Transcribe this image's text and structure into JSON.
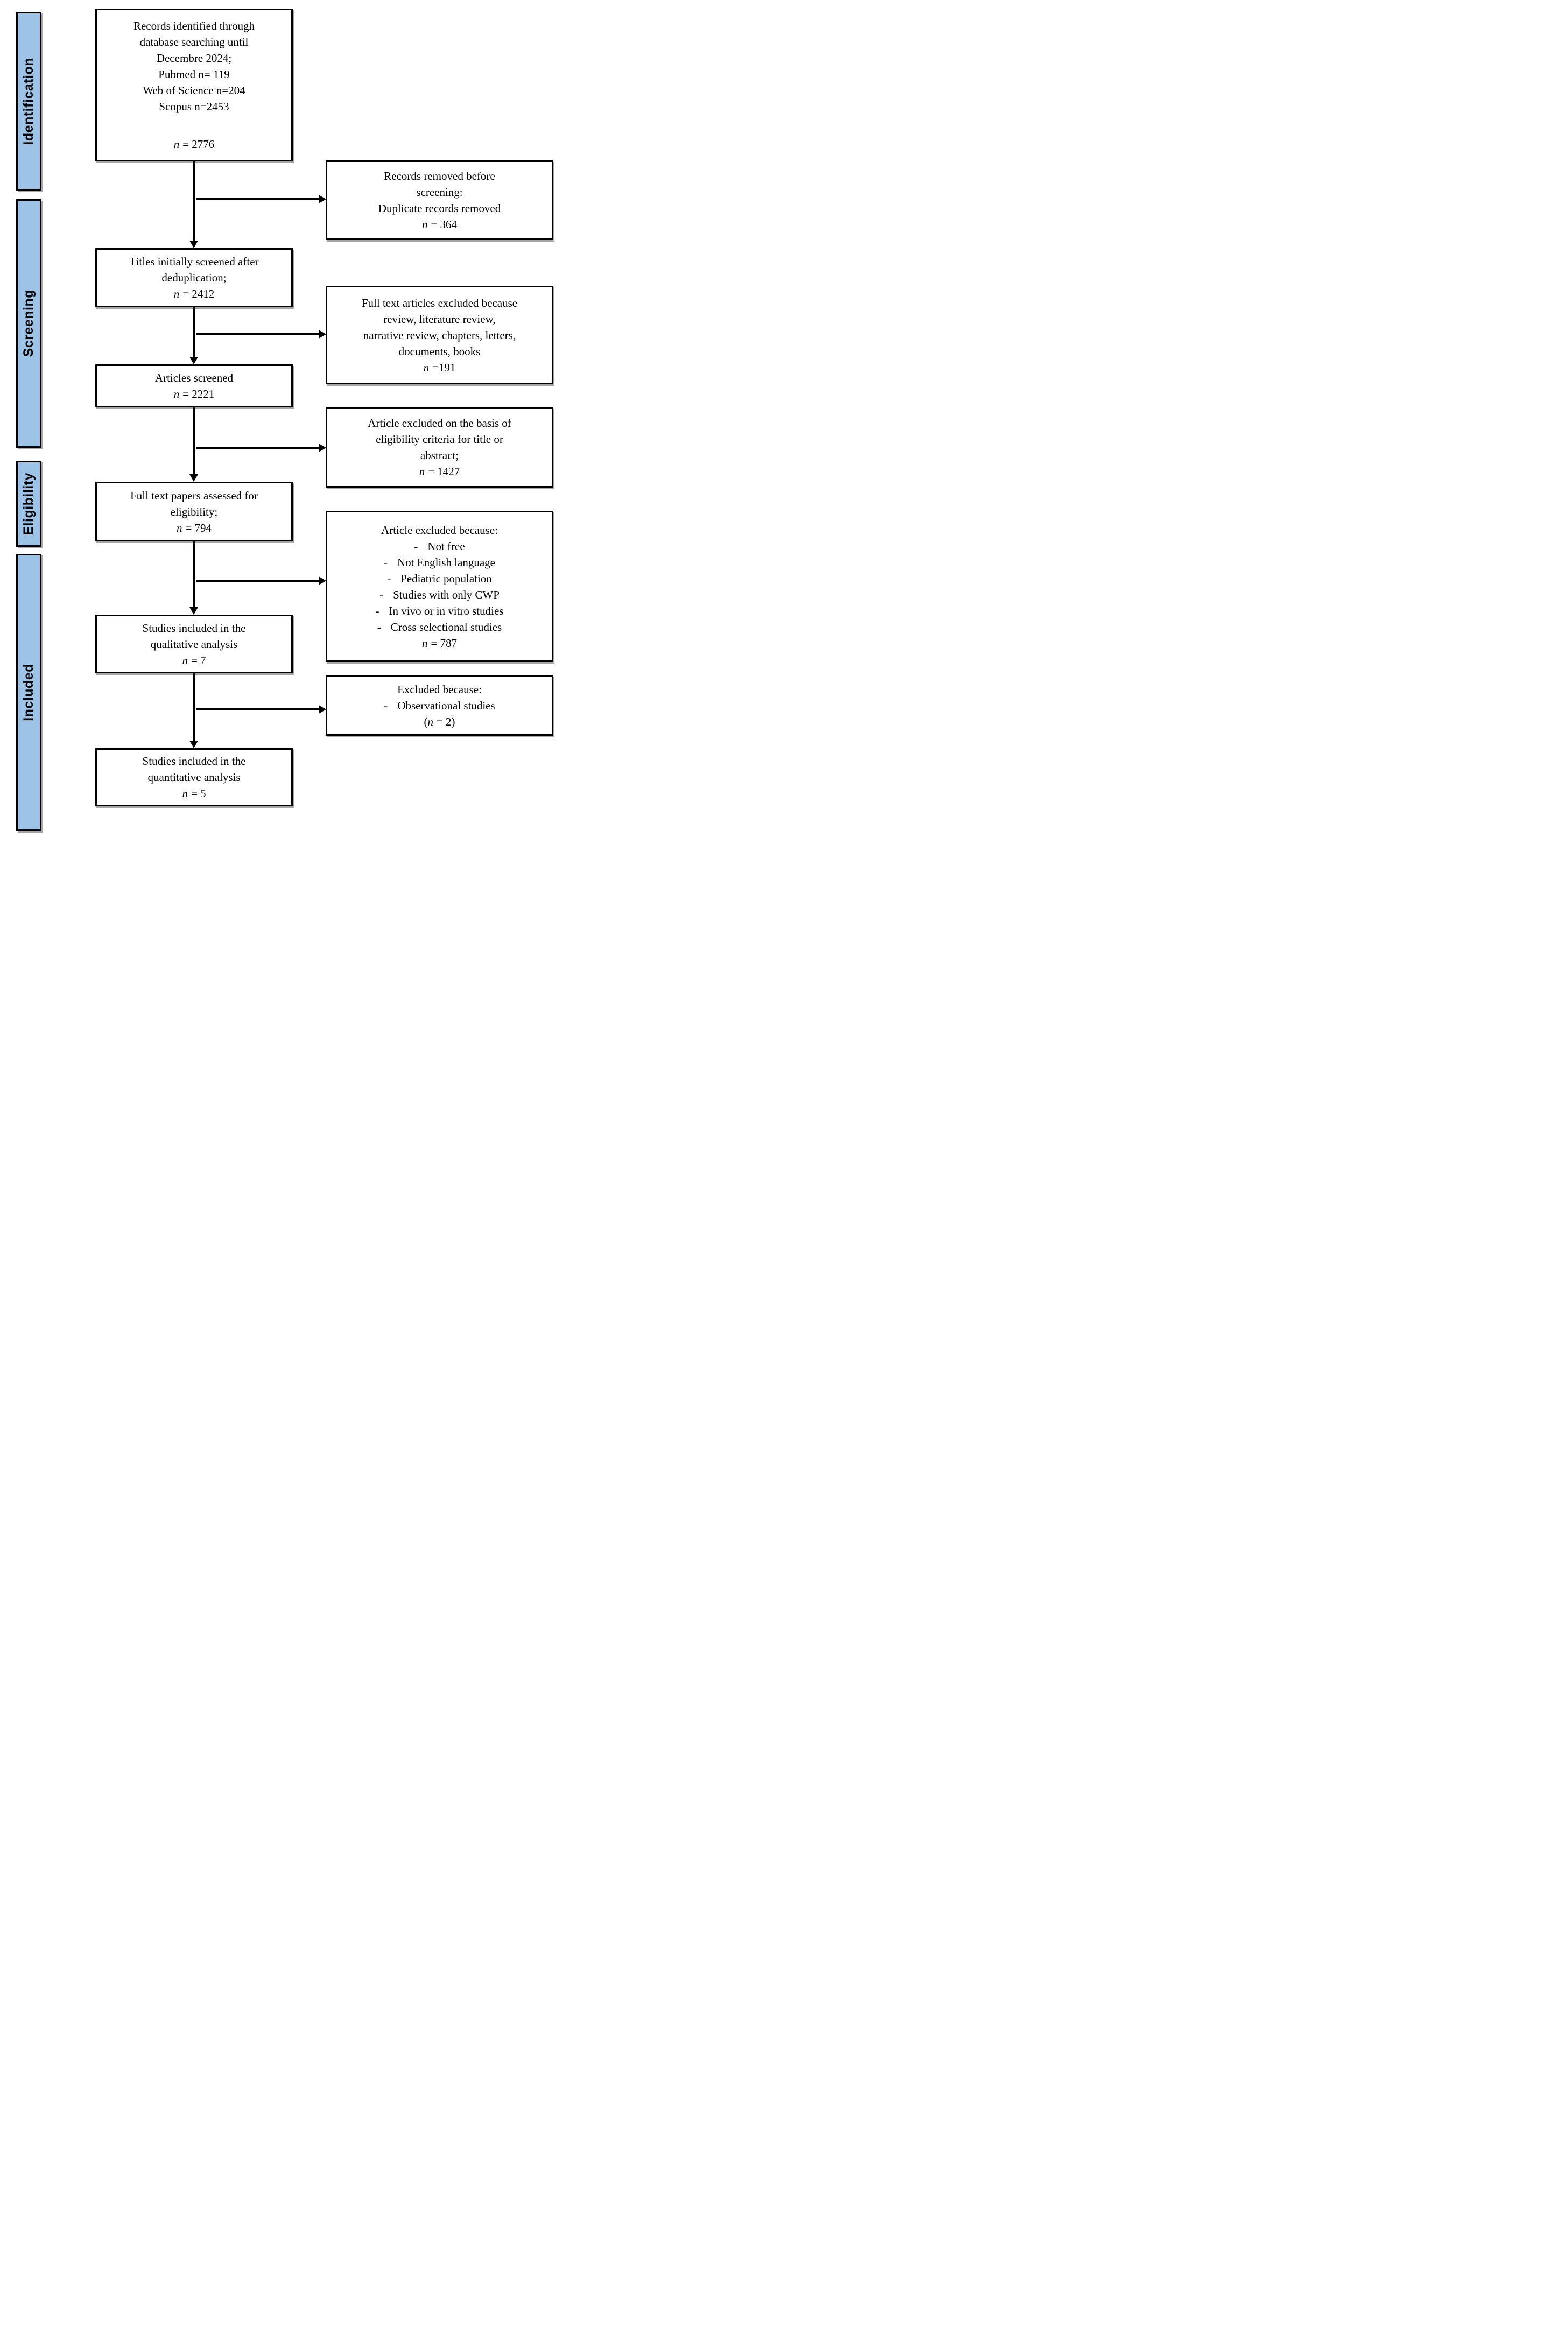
{
  "colors": {
    "stage_bar_fill": "#9DC3E6",
    "line_color": "#000000"
  },
  "list_marker": "-",
  "sidebar": {
    "items": [
      {
        "label": "Identification"
      },
      {
        "label": "Screening"
      },
      {
        "label": "Eligibility"
      },
      {
        "label": "Included"
      }
    ]
  },
  "main_flow": [
    {
      "name": "records-identified",
      "lines": [
        "Records identified through",
        "database searching until",
        "Decembre 2024;",
        "Pubmed n= 119",
        "Web of Science n=204",
        "Scopus n=2453"
      ],
      "count": {
        "n": "n",
        "value": "= 2776"
      }
    },
    {
      "name": "titles-screened",
      "lines": [
        "Titles initially screened after",
        "deduplication;"
      ],
      "count": {
        "n": "n",
        "value": "= 2412"
      }
    },
    {
      "name": "articles-screened",
      "lines": [
        "Articles screened"
      ],
      "count": {
        "n": "n",
        "value": "= 2221"
      }
    },
    {
      "name": "fulltext-assessed",
      "lines": [
        "Full text papers assessed for",
        "eligibility;"
      ],
      "count": {
        "n": "n",
        "value": "= 794"
      }
    },
    {
      "name": "included-qualitative",
      "lines": [
        "Studies included in the",
        "qualitative analysis"
      ],
      "count": {
        "n": "n",
        "value": "= 7"
      }
    },
    {
      "name": "included-quantitative",
      "lines": [
        "Studies included in the",
        "quantitative analysis"
      ],
      "count": {
        "n": "n",
        "value": "= 5"
      }
    }
  ],
  "exclusion_flow": [
    {
      "name": "records-removed",
      "lines": [
        "Records removed before",
        "screening:",
        "Duplicate records removed"
      ],
      "count": {
        "n": "n",
        "value": "= 364"
      }
    },
    {
      "name": "fulltext-excluded",
      "lines": [
        "Full text articles excluded because",
        "review, literature review,",
        "narrative review, chapters, letters,",
        "documents, books"
      ],
      "count": {
        "n": "n",
        "value": "=191"
      }
    },
    {
      "name": "excluded-eligibility-criteria",
      "lines": [
        "Article excluded on the basis of",
        "eligibility criteria for title or",
        "abstract;"
      ],
      "count": {
        "n": "n",
        "value": "= 1427"
      }
    },
    {
      "name": "excluded-reasons-list",
      "heading": "Article excluded because:",
      "items": [
        "Not free",
        "Not English language",
        "Pediatric population",
        "Studies with only CWP",
        "In vivo or in vitro studies",
        "Cross selectional studies"
      ],
      "count": {
        "n": "n",
        "value": "= 787"
      }
    },
    {
      "name": "excluded-observational",
      "heading": "Excluded because:",
      "items": [
        "Observational studies"
      ],
      "count": {
        "prefix": "(",
        "n": "n",
        "value": "= 2)"
      }
    }
  ]
}
